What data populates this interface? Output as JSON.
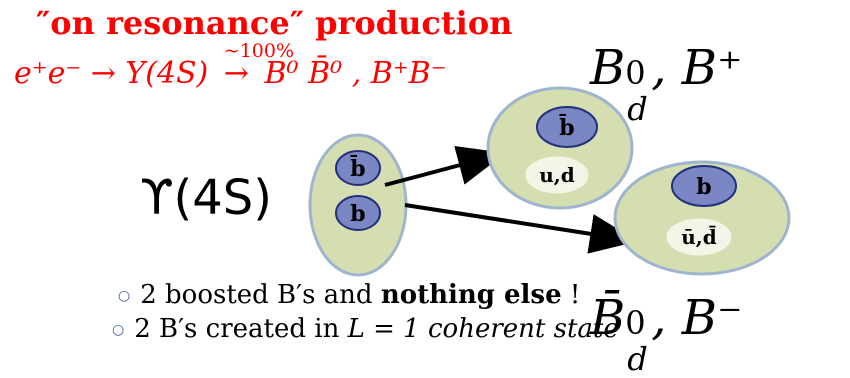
{
  "title": "″on resonance″ production",
  "reaction": {
    "lhs": "e⁺e⁻  →  Υ(4S)",
    "arrow": "→",
    "above_arrow": "~100%",
    "rhs": "B⁰ B̄⁰ , B⁺B⁻"
  },
  "labels": {
    "b_top": "B",
    "b_top_sup": "0",
    "b_top_sub": "d",
    "b_top_rest": ", B⁺",
    "b_bot": "B̄",
    "b_bot_sup": "0",
    "b_bot_sub": "d",
    "b_bot_rest": ", B⁻",
    "upsilon": "ϒ(4S)"
  },
  "quarks": {
    "upsilon_top": "b̄",
    "upsilon_bottom": "b",
    "bplus_top": "b̄",
    "bplus_bottom": "u,d",
    "bminus_top": "b",
    "bminus_bottom": "ū,d̄"
  },
  "bullets": [
    {
      "pre": "2 boosted B′s and ",
      "bold": "nothing else",
      "post": " !"
    },
    {
      "pre": "2 B′s created in ",
      "math": "L = 1 ",
      "italic": "coherent state"
    }
  ],
  "colors": {
    "red": "#ff0000",
    "ellipse_fill": "#d4deb0",
    "ellipse_stroke": "#9fb4cf",
    "quark_fill": "#7b86c4",
    "quark_stroke": "#23307a",
    "light_fill": "#f3f6e6"
  }
}
